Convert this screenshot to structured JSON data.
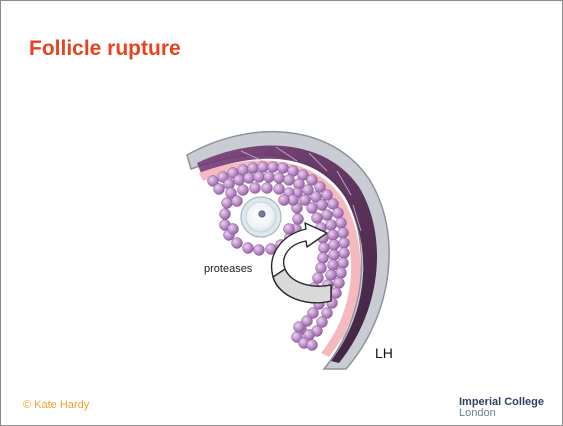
{
  "slide": {
    "title": "Follicle rupture",
    "labels": {
      "proteases": "proteases",
      "lh": "LH"
    },
    "footer": {
      "copyright": "© Kate Hardy",
      "logo_line1": "Imperial College",
      "logo_line2": "London"
    }
  },
  "colors": {
    "title": "#e8431f",
    "copyright": "#f0a030",
    "logo": "#2d3f63",
    "granulosa_cells": "#b98ac6",
    "theca": "#4a1f4a",
    "wall": "#c9ccd3",
    "pink_layer": "#f4b6bd"
  }
}
